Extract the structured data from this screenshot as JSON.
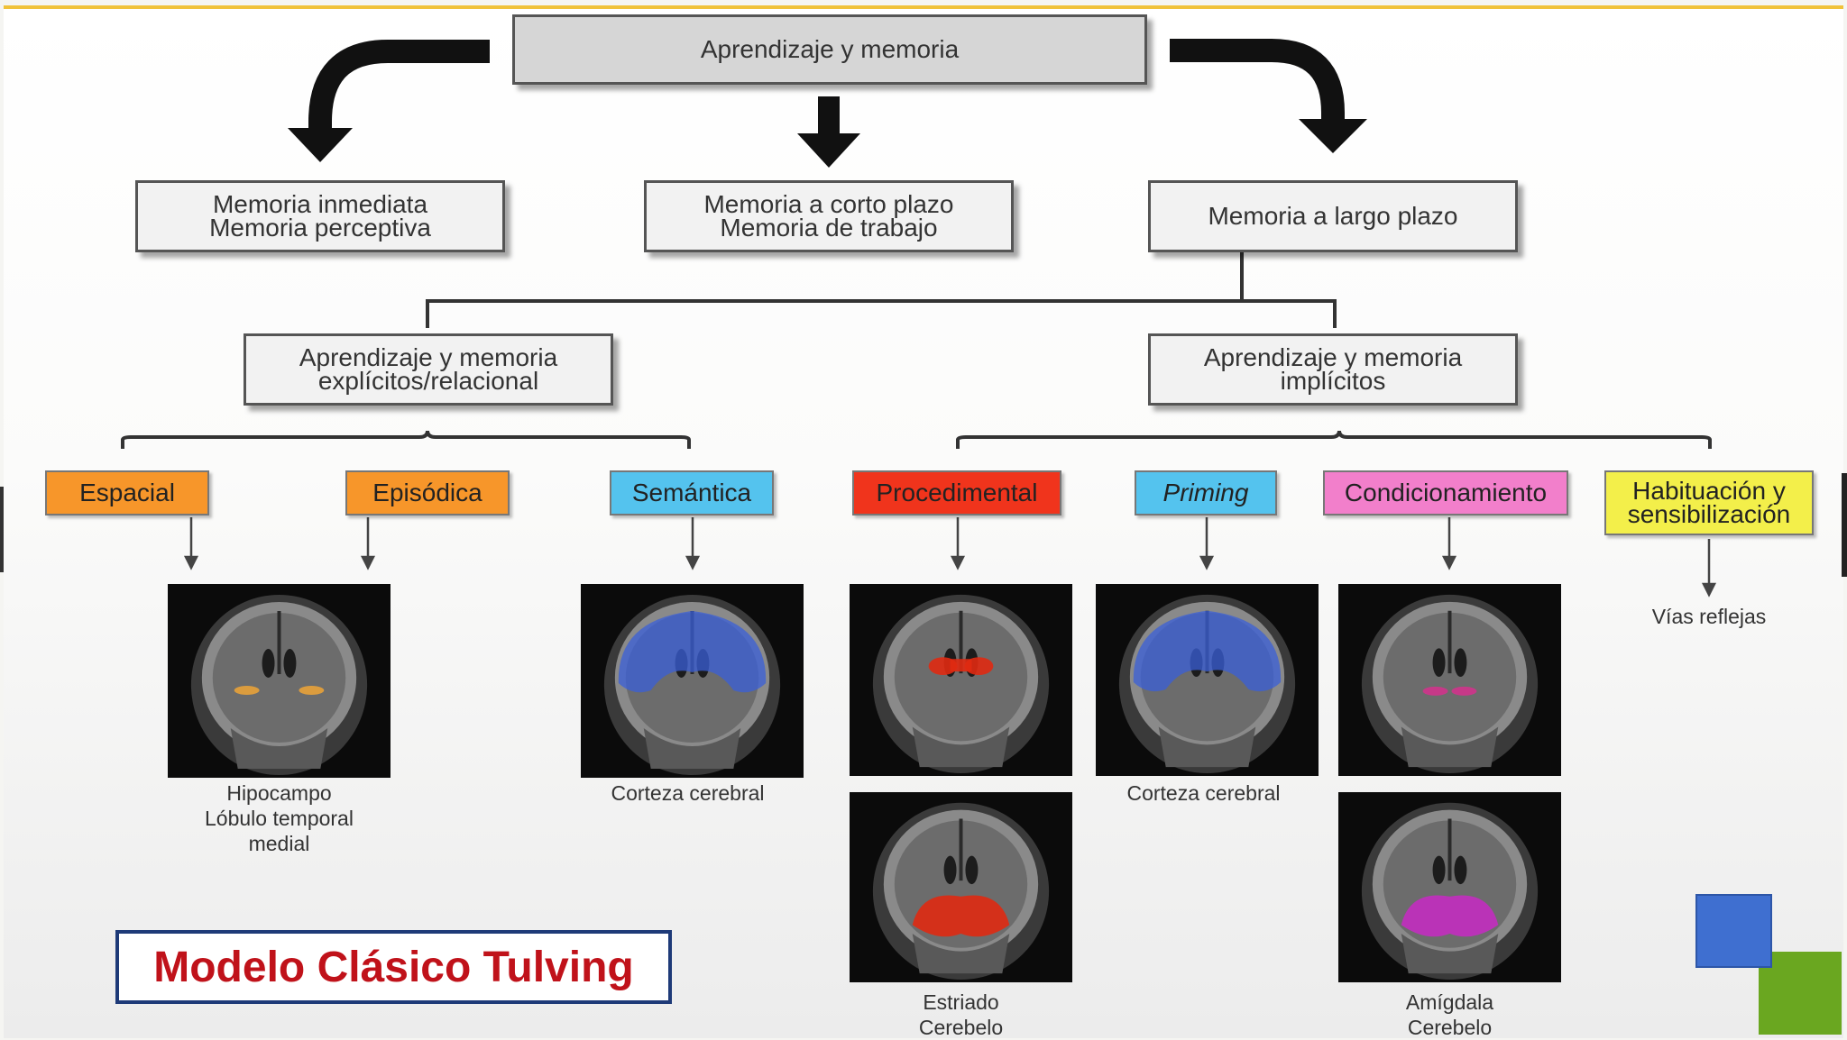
{
  "root": {
    "label": "Aprendizaje y memoria"
  },
  "level1": [
    {
      "lines": [
        "Memoria inmediata",
        "Memoria perceptiva"
      ]
    },
    {
      "lines": [
        "Memoria a corto plazo",
        "Memoria de trabajo"
      ]
    },
    {
      "lines": [
        "Memoria a largo plazo"
      ]
    }
  ],
  "level2": [
    {
      "lines": [
        "Aprendizaje y memoria",
        "explícitos/relacional"
      ]
    },
    {
      "lines": [
        "Aprendizaje y memoria",
        "implícitos"
      ]
    }
  ],
  "categories": [
    {
      "label": "Espacial",
      "color": "#f7962a"
    },
    {
      "label": "Episódica",
      "color": "#f7962a"
    },
    {
      "label": "Semántica",
      "color": "#54c3ee"
    },
    {
      "label": "Procedimental",
      "color": "#f0341c"
    },
    {
      "label": "Priming",
      "color": "#54c3ee"
    },
    {
      "label": "Condicionamiento",
      "color": "#f27fcb"
    },
    {
      "label": "Habituación y sensibilización",
      "color": "#f3ef4a"
    }
  ],
  "captions": {
    "hipocampo": [
      "Hipocampo",
      "Lóbulo temporal",
      "medial"
    ],
    "corteza1": [
      "Corteza cerebral"
    ],
    "corteza2": [
      "Corteza cerebral"
    ],
    "estriado": [
      "Estriado",
      "Cerebelo"
    ],
    "amigdala": [
      "Amígdala",
      "Cerebelo"
    ],
    "vias": [
      "Vías reflejas"
    ]
  },
  "highlight_colors": {
    "hipocampo": "#e8a23a",
    "corteza": "#3a5fd8",
    "estriado": "#e02a12",
    "cerebelo_red": "#e02a12",
    "amigdala": "#d0348c",
    "cerebelo_magenta": "#c32ec0"
  },
  "title": "Modelo Clásico Tulving"
}
